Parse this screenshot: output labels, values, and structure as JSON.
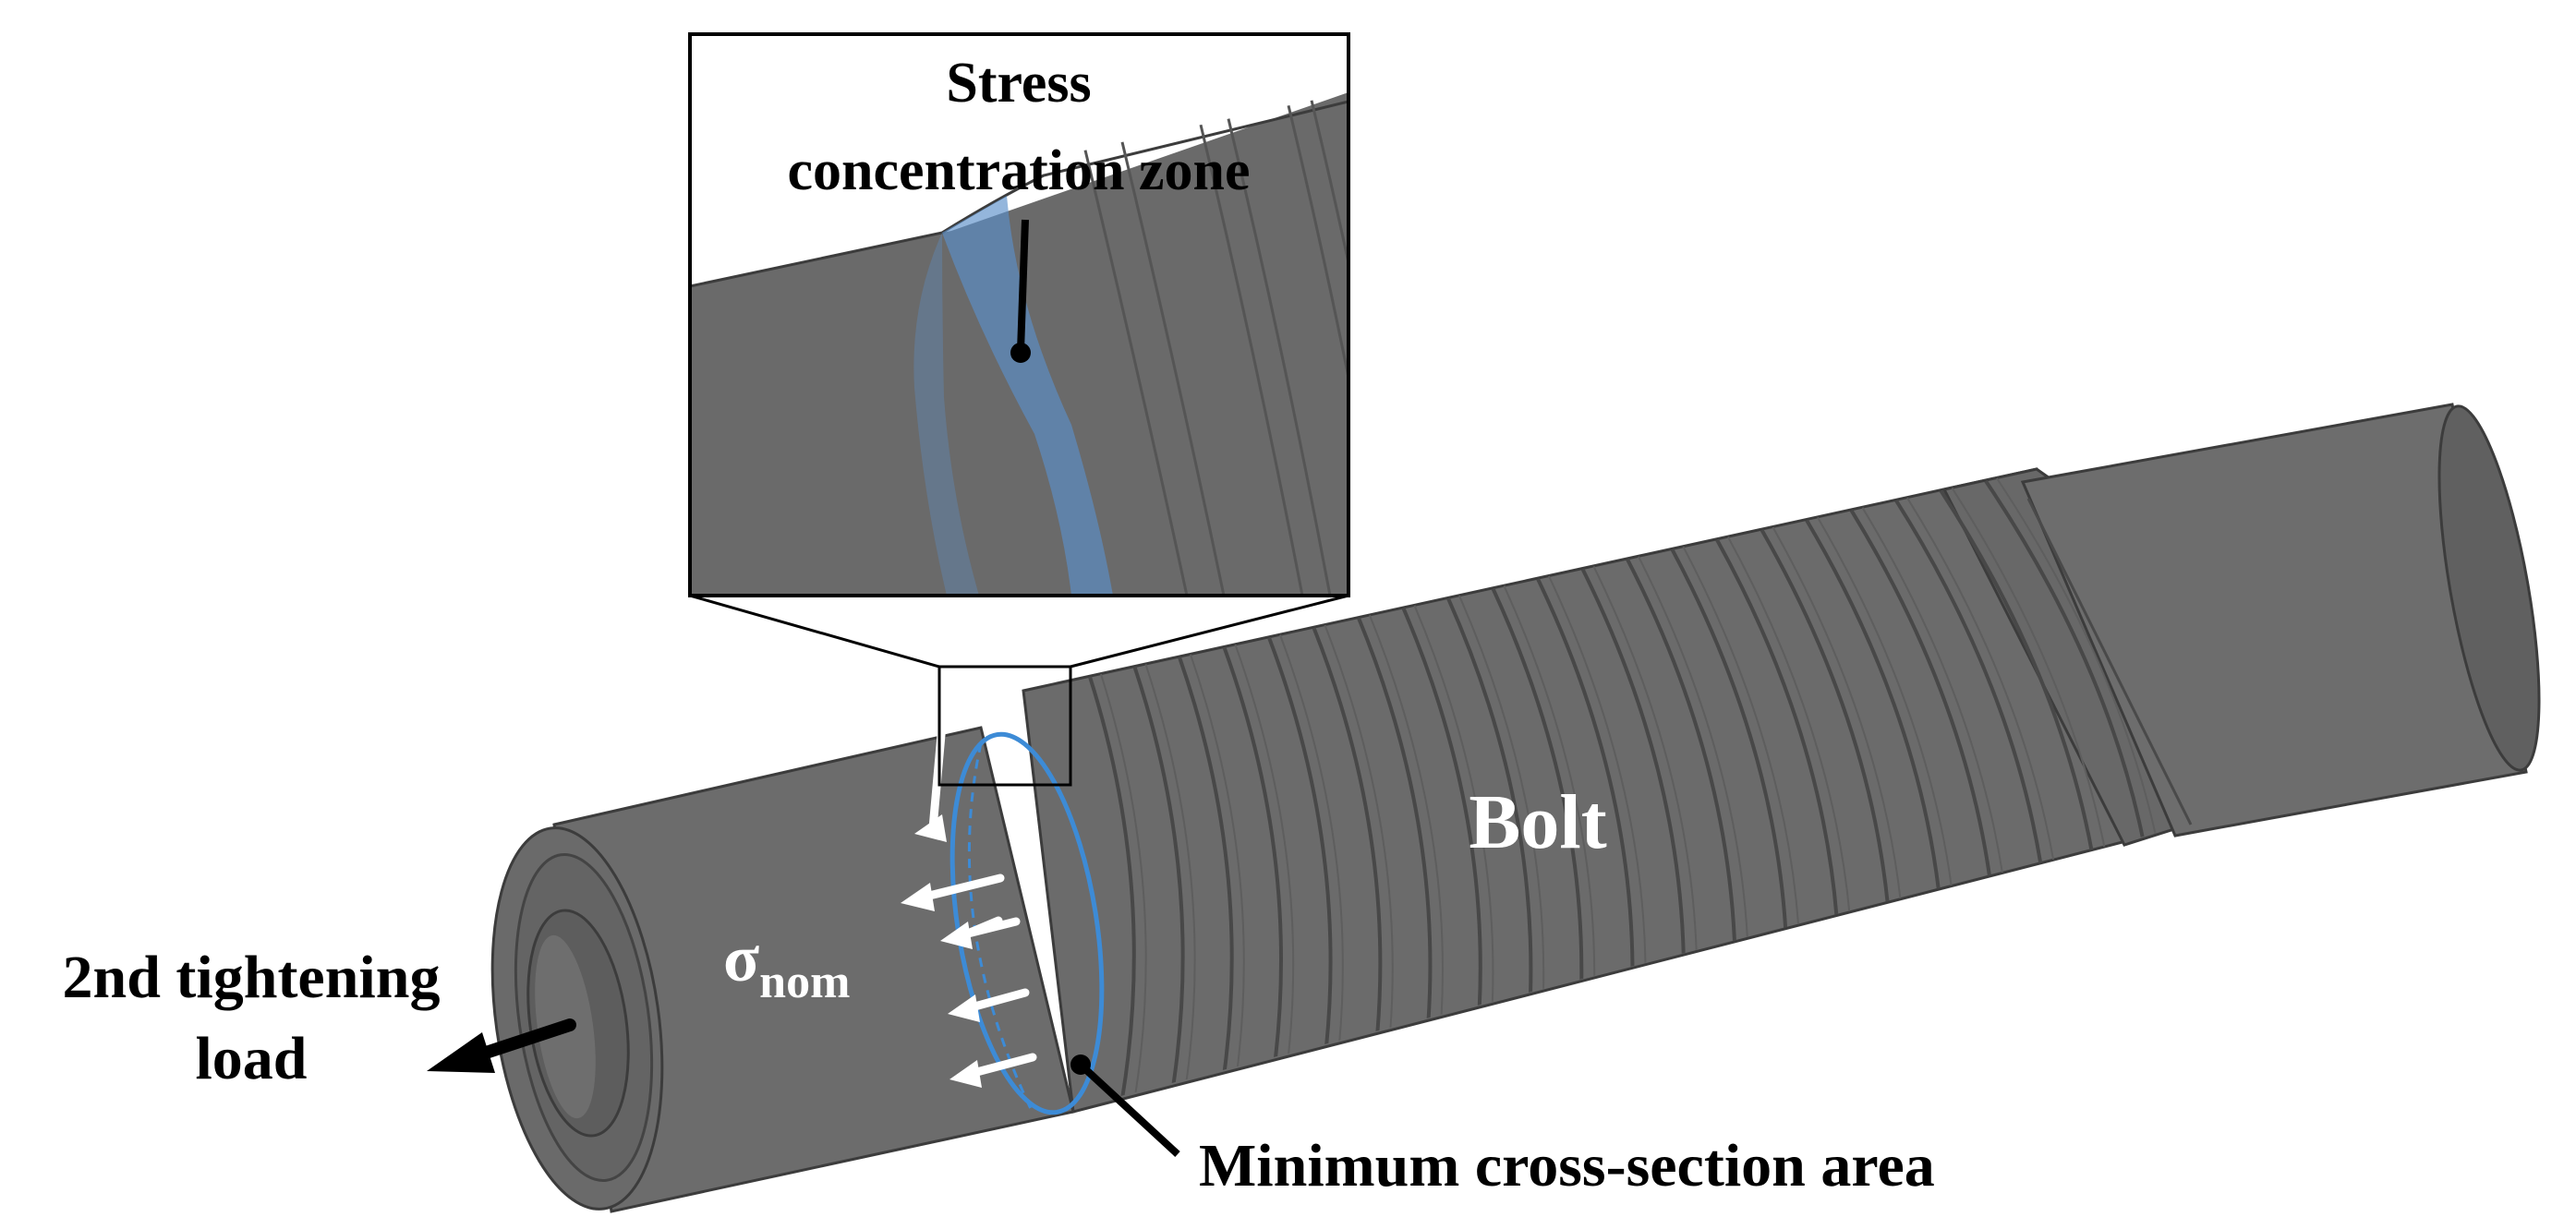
{
  "labels": {
    "inset_title_line1": "Stress",
    "inset_title_line2": "concentration zone",
    "bolt": "Bolt",
    "sigma_symbol": "σ",
    "sigma_subscript": "nom",
    "load_line1": "2nd tightening",
    "load_line2": "load",
    "min_section": "Minimum cross-section area"
  },
  "colors": {
    "bolt_body": "#6e6e6e",
    "bolt_dark": "#565656",
    "bolt_edge": "#3c3c3c",
    "highlight_blue": "#3d8bd6",
    "stress_zone_fill": "#5b8fc9",
    "text_dark": "#000000",
    "text_light": "#ffffff"
  }
}
